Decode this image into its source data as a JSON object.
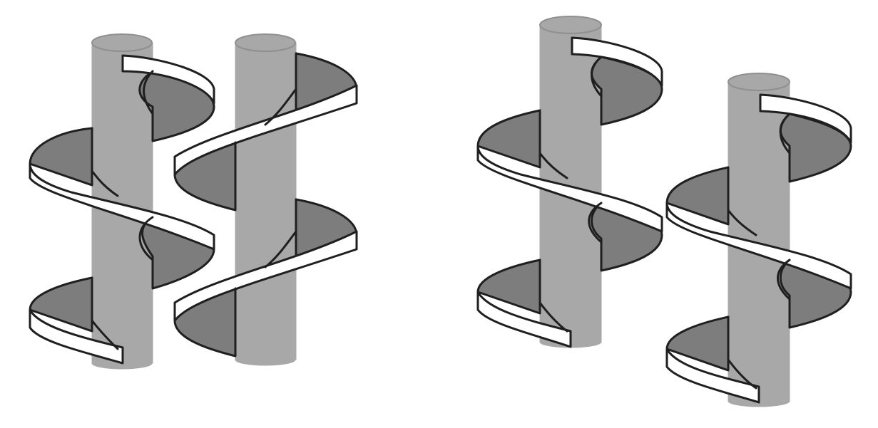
{
  "figure": {
    "colors": {
      "background": "#ffffff",
      "shaft": "#a8a8a8",
      "flight_face": "#7d7d7d",
      "flight_edge": "#ffffff",
      "outline": "#1f1f1f"
    },
    "groups": [
      {
        "arrangement": "intermeshing",
        "screws": 2,
        "flight_turns_each": 2
      },
      {
        "arrangement": "offset",
        "screws": 2,
        "flight_turns_each": 2
      }
    ]
  }
}
